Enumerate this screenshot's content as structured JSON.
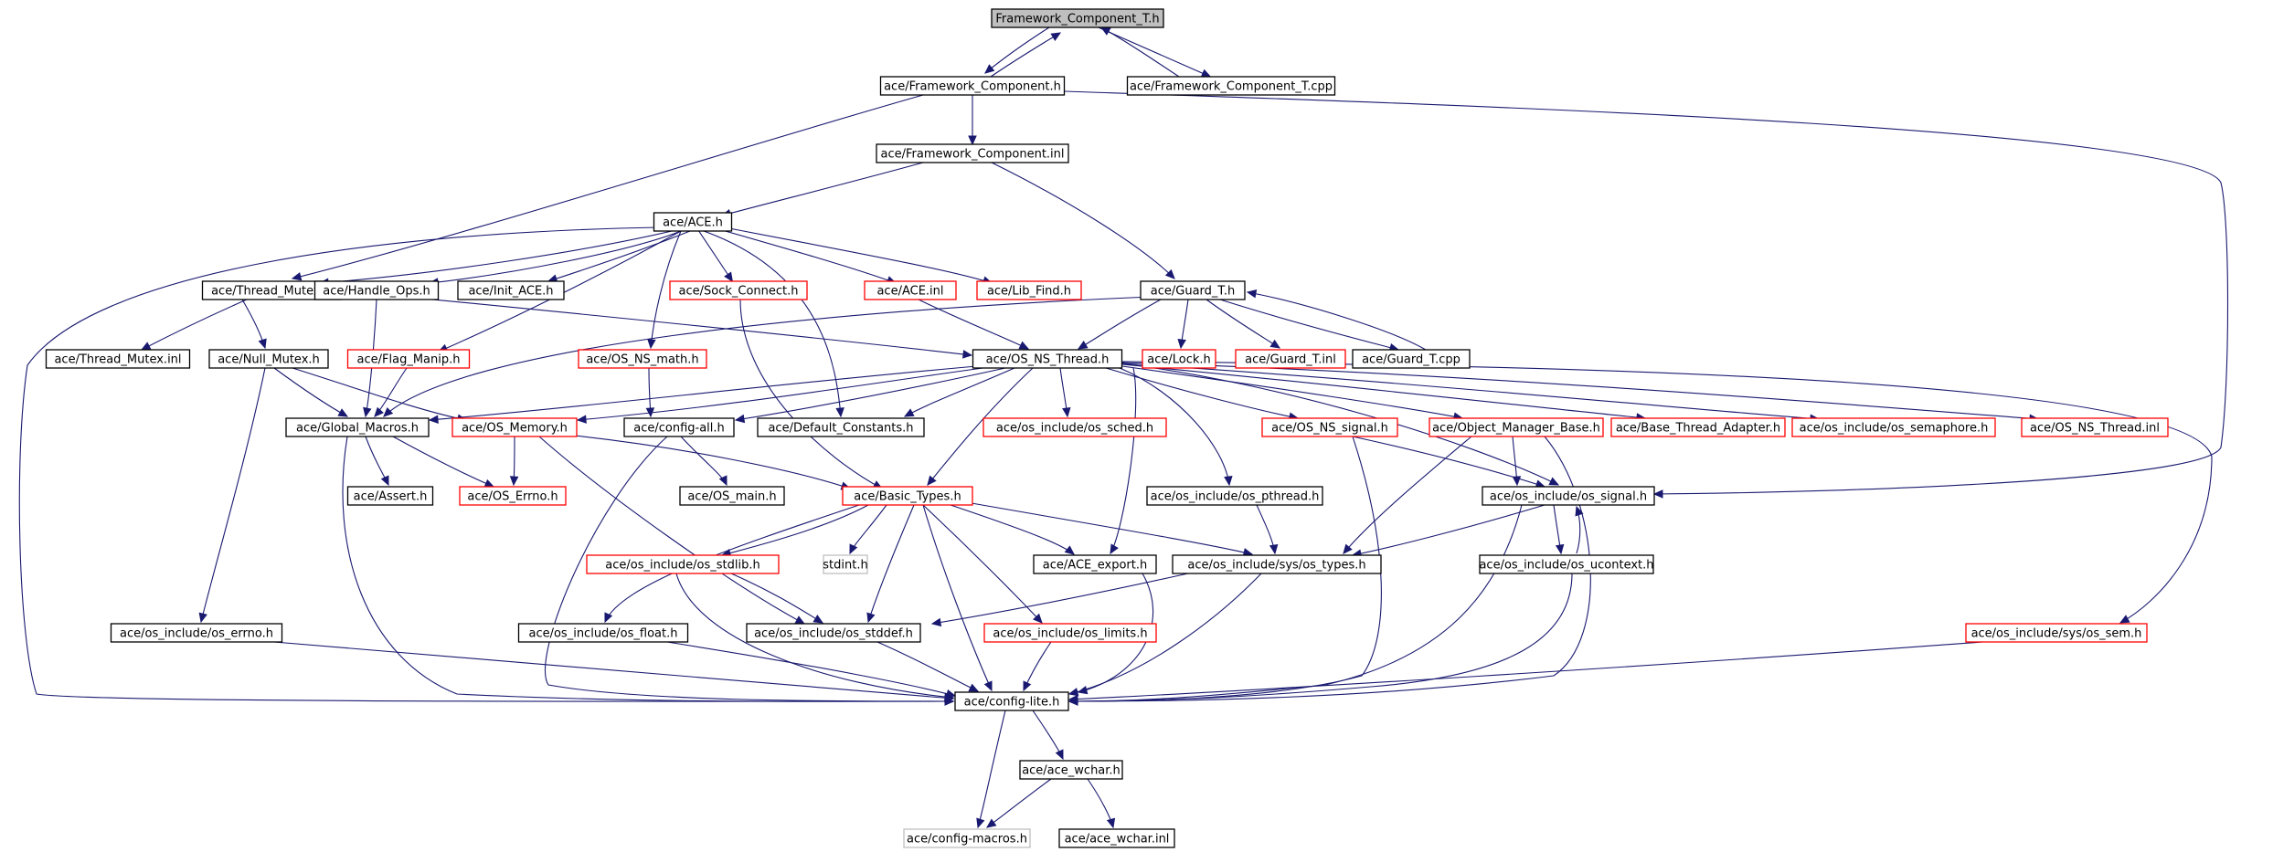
{
  "colors": {
    "edge": "#191970",
    "border_normal": "#000000",
    "border_truncated": "#ff0000",
    "border_undocumented": "#bfbfbf",
    "fill_root": "#bfbfbf",
    "fill_normal": "#ffffff"
  },
  "nodes": [
    {
      "id": "root",
      "label": "Framework_Component_T.h",
      "style": "root"
    },
    {
      "id": "fc_h",
      "label": "ace/Framework_Component.h",
      "style": "normal"
    },
    {
      "id": "fct_cpp",
      "label": "ace/Framework_Component_T.cpp",
      "style": "normal"
    },
    {
      "id": "fc_inl",
      "label": "ace/Framework_Component.inl",
      "style": "normal"
    },
    {
      "id": "ace_h",
      "label": "ace/ACE.h",
      "style": "normal"
    },
    {
      "id": "thread_mutex_h",
      "label": "ace/Thread_Mutex.h",
      "style": "normal"
    },
    {
      "id": "handle_ops",
      "label": "ace/Handle_Ops.h",
      "style": "normal"
    },
    {
      "id": "init_ace",
      "label": "ace/Init_ACE.h",
      "style": "normal"
    },
    {
      "id": "sock_connect",
      "label": "ace/Sock_Connect.h",
      "style": "truncated"
    },
    {
      "id": "ace_inl",
      "label": "ace/ACE.inl",
      "style": "truncated"
    },
    {
      "id": "lib_find",
      "label": "ace/Lib_Find.h",
      "style": "truncated"
    },
    {
      "id": "guard_t_h",
      "label": "ace/Guard_T.h",
      "style": "normal"
    },
    {
      "id": "thread_mutex_inl",
      "label": "ace/Thread_Mutex.inl",
      "style": "normal"
    },
    {
      "id": "null_mutex",
      "label": "ace/Null_Mutex.h",
      "style": "normal"
    },
    {
      "id": "flag_manip",
      "label": "ace/Flag_Manip.h",
      "style": "truncated"
    },
    {
      "id": "os_ns_math",
      "label": "ace/OS_NS_math.h",
      "style": "truncated"
    },
    {
      "id": "os_ns_thread_h",
      "label": "ace/OS_NS_Thread.h",
      "style": "normal"
    },
    {
      "id": "lock_h",
      "label": "ace/Lock.h",
      "style": "truncated"
    },
    {
      "id": "guard_t_inl",
      "label": "ace/Guard_T.inl",
      "style": "truncated"
    },
    {
      "id": "guard_t_cpp",
      "label": "ace/Guard_T.cpp",
      "style": "normal"
    },
    {
      "id": "global_macros",
      "label": "ace/Global_Macros.h",
      "style": "normal"
    },
    {
      "id": "os_memory",
      "label": "ace/OS_Memory.h",
      "style": "truncated"
    },
    {
      "id": "config_all",
      "label": "ace/config-all.h",
      "style": "normal"
    },
    {
      "id": "default_constants",
      "label": "ace/Default_Constants.h",
      "style": "normal"
    },
    {
      "id": "os_sched",
      "label": "ace/os_include/os_sched.h",
      "style": "truncated"
    },
    {
      "id": "os_ns_signal",
      "label": "ace/OS_NS_signal.h",
      "style": "truncated"
    },
    {
      "id": "object_manager_base",
      "label": "ace/Object_Manager_Base.h",
      "style": "truncated"
    },
    {
      "id": "base_thread_adapter",
      "label": "ace/Base_Thread_Adapter.h",
      "style": "truncated"
    },
    {
      "id": "os_semaphore",
      "label": "ace/os_include/os_semaphore.h",
      "style": "truncated"
    },
    {
      "id": "os_ns_thread_inl",
      "label": "ace/OS_NS_Thread.inl",
      "style": "truncated"
    },
    {
      "id": "assert_h",
      "label": "ace/Assert.h",
      "style": "normal"
    },
    {
      "id": "os_errno_h",
      "label": "ace/OS_Errno.h",
      "style": "truncated"
    },
    {
      "id": "os_main",
      "label": "ace/OS_main.h",
      "style": "normal"
    },
    {
      "id": "basic_types",
      "label": "ace/Basic_Types.h",
      "style": "truncated"
    },
    {
      "id": "os_pthread",
      "label": "ace/os_include/os_pthread.h",
      "style": "normal"
    },
    {
      "id": "os_signal",
      "label": "ace/os_include/os_signal.h",
      "style": "normal"
    },
    {
      "id": "os_stdlib",
      "label": "ace/os_include/os_stdlib.h",
      "style": "truncated"
    },
    {
      "id": "stdint",
      "label": "stdint.h",
      "style": "undocumented"
    },
    {
      "id": "ace_export",
      "label": "ace/ACE_export.h",
      "style": "normal"
    },
    {
      "id": "sys_os_types",
      "label": "ace/os_include/sys/os_types.h",
      "style": "normal"
    },
    {
      "id": "os_ucontext",
      "label": "ace/os_include/os_ucontext.h",
      "style": "normal"
    },
    {
      "id": "os_errno_inc",
      "label": "ace/os_include/os_errno.h",
      "style": "normal"
    },
    {
      "id": "os_float",
      "label": "ace/os_include/os_float.h",
      "style": "normal"
    },
    {
      "id": "os_stddef",
      "label": "ace/os_include/os_stddef.h",
      "style": "normal"
    },
    {
      "id": "os_limits",
      "label": "ace/os_include/os_limits.h",
      "style": "truncated"
    },
    {
      "id": "sys_os_sem",
      "label": "ace/os_include/sys/os_sem.h",
      "style": "truncated"
    },
    {
      "id": "config_lite",
      "label": "ace/config-lite.h",
      "style": "normal"
    },
    {
      "id": "ace_wchar_h",
      "label": "ace/ace_wchar.h",
      "style": "normal"
    },
    {
      "id": "config_macros",
      "label": "ace/config-macros.h",
      "style": "undocumented"
    },
    {
      "id": "ace_wchar_inl",
      "label": "ace/ace_wchar.inl",
      "style": "normal"
    }
  ]
}
